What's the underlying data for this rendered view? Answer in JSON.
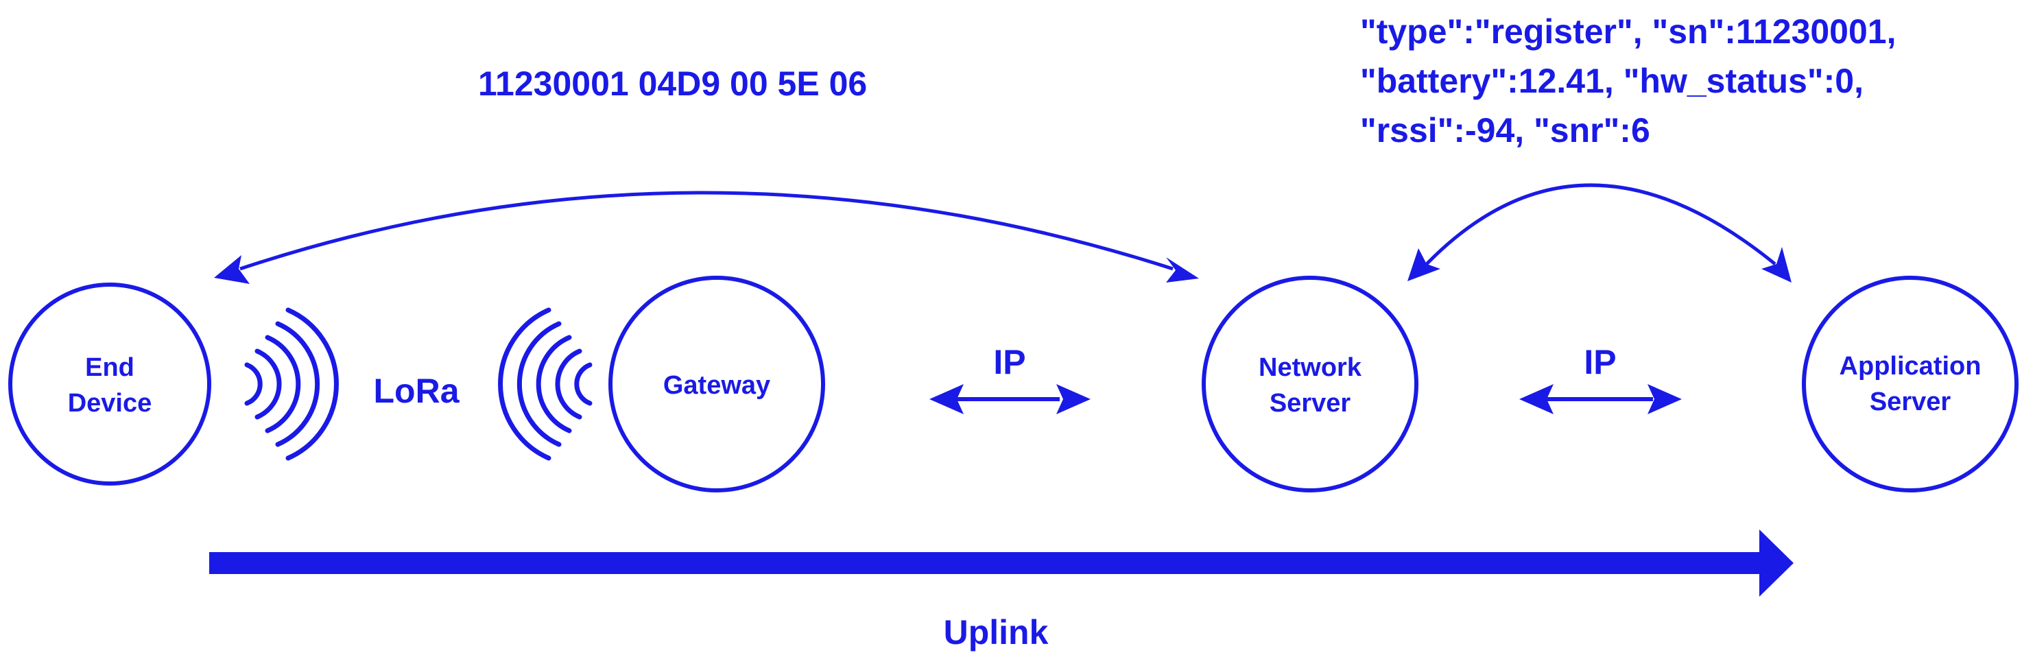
{
  "colors": {
    "primary": "#1a1ae6"
  },
  "nodes": {
    "end_device": {
      "line1": "End",
      "line2": "Device"
    },
    "gateway": {
      "line1": "Gateway"
    },
    "network_server": {
      "line1": "Network",
      "line2": "Server"
    },
    "application_server": {
      "line1": "Application",
      "line2": "Server"
    }
  },
  "links": {
    "radio_label": "LoRa",
    "ip_label_1": "IP",
    "ip_label_2": "IP",
    "uplink_label": "Uplink"
  },
  "payloads": {
    "hex_payload": "11230001 04D9 00 5E 06",
    "json_payload": [
      "\"type\":\"register\", \"sn\":11230001,",
      "\"battery\":12.41, \"hw_status\":0,",
      "\"rssi\":-94, \"snr\":6"
    ]
  }
}
